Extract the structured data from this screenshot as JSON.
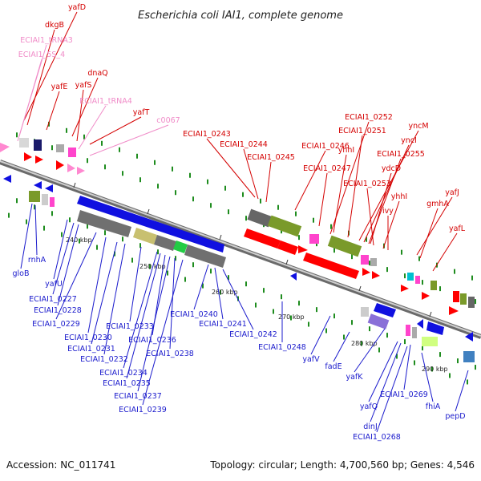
{
  "title": "Escherichia coli IAI1, complete genome",
  "footer": {
    "accession": "Accession: NC_011741",
    "summary": "Topology: circular; Length: 4,700,560 bp; Genes: 4,546"
  },
  "colors": {
    "forward_label": "#d40000",
    "reverse_label": "#1a1acc",
    "rna_label": "#f08cc8",
    "forward_gene": "#ff0000",
    "reverse_gene": "#1010e0",
    "rna_gene": "#ff88d0",
    "backbone": "#8c8c8c",
    "tick": "#1e8c1e"
  },
  "ticks": [
    {
      "label": "240 kbp"
    },
    {
      "label": "250 kbp"
    },
    {
      "label": "260 kbp"
    },
    {
      "label": "270 kbp"
    },
    {
      "label": "280 kbp"
    },
    {
      "label": "290 kbp"
    }
  ],
  "labels_top": [
    {
      "text": "yafD",
      "type": "forward"
    },
    {
      "text": "dkgB",
      "type": "forward"
    },
    {
      "text": "ECIAI1_tRNA3",
      "type": "rna"
    },
    {
      "text": "ECIAI1_5S_4",
      "type": "rna"
    },
    {
      "text": "yafE",
      "type": "forward"
    },
    {
      "text": "dnaQ",
      "type": "forward"
    },
    {
      "text": "yafS",
      "type": "forward"
    },
    {
      "text": "ECIAI1_tRNA4",
      "type": "rna"
    },
    {
      "text": "yafT",
      "type": "forward"
    },
    {
      "text": "c0067",
      "type": "rna"
    },
    {
      "text": "ECIAI1_0243",
      "type": "forward"
    },
    {
      "text": "ECIAI1_0244",
      "type": "forward"
    },
    {
      "text": "ECIAI1_0245",
      "type": "forward"
    },
    {
      "text": "ECIAI1_0246",
      "type": "forward"
    },
    {
      "text": "ECIAI1_0247",
      "type": "forward"
    },
    {
      "text": "ECIAI1_0252",
      "type": "forward"
    },
    {
      "text": "ECIAI1_0251",
      "type": "forward"
    },
    {
      "text": "yhhI",
      "type": "forward"
    },
    {
      "text": "yncM",
      "type": "forward"
    },
    {
      "text": "yncI",
      "type": "forward"
    },
    {
      "text": "ECIAI1_0255",
      "type": "forward"
    },
    {
      "text": "ydcD",
      "type": "forward"
    },
    {
      "text": "ECIAI1_0253",
      "type": "forward"
    },
    {
      "text": "yhhI",
      "type": "forward"
    },
    {
      "text": "ivy",
      "type": "forward"
    },
    {
      "text": "yafJ",
      "type": "forward"
    },
    {
      "text": "gmhA",
      "type": "forward"
    },
    {
      "text": "yafL",
      "type": "forward"
    }
  ],
  "labels_bottom": [
    {
      "text": "rnhA",
      "type": "reverse"
    },
    {
      "text": "gloB",
      "type": "reverse"
    },
    {
      "text": "yafU",
      "type": "reverse"
    },
    {
      "text": "ECIAI1_0227",
      "type": "reverse"
    },
    {
      "text": "ECIAI1_0228",
      "type": "reverse"
    },
    {
      "text": "ECIAI1_0229",
      "type": "reverse"
    },
    {
      "text": "ECIAI1_0230",
      "type": "reverse"
    },
    {
      "text": "ECIAI1_0231",
      "type": "reverse"
    },
    {
      "text": "ECIAI1_0232",
      "type": "reverse"
    },
    {
      "text": "ECIAI1_0233",
      "type": "reverse"
    },
    {
      "text": "ECIAI1_0234",
      "type": "reverse"
    },
    {
      "text": "ECIAI1_0235",
      "type": "reverse"
    },
    {
      "text": "ECIAI1_0236",
      "type": "reverse"
    },
    {
      "text": "ECIAI1_0237",
      "type": "reverse"
    },
    {
      "text": "ECIAI1_0238",
      "type": "reverse"
    },
    {
      "text": "ECIAI1_0239",
      "type": "reverse"
    },
    {
      "text": "ECIAI1_0240",
      "type": "reverse"
    },
    {
      "text": "ECIAI1_0241",
      "type": "reverse"
    },
    {
      "text": "ECIAI1_0242",
      "type": "reverse"
    },
    {
      "text": "ECIAI1_0248",
      "type": "reverse"
    },
    {
      "text": "yafV",
      "type": "reverse"
    },
    {
      "text": "fadE",
      "type": "reverse"
    },
    {
      "text": "yafK",
      "type": "reverse"
    },
    {
      "text": "yafQ",
      "type": "reverse"
    },
    {
      "text": "dinJ",
      "type": "reverse"
    },
    {
      "text": "ECIAI1_0269",
      "type": "reverse"
    },
    {
      "text": "ECIAI1_0268",
      "type": "reverse"
    },
    {
      "text": "fhiA",
      "type": "reverse"
    },
    {
      "text": "pepD",
      "type": "reverse"
    }
  ]
}
